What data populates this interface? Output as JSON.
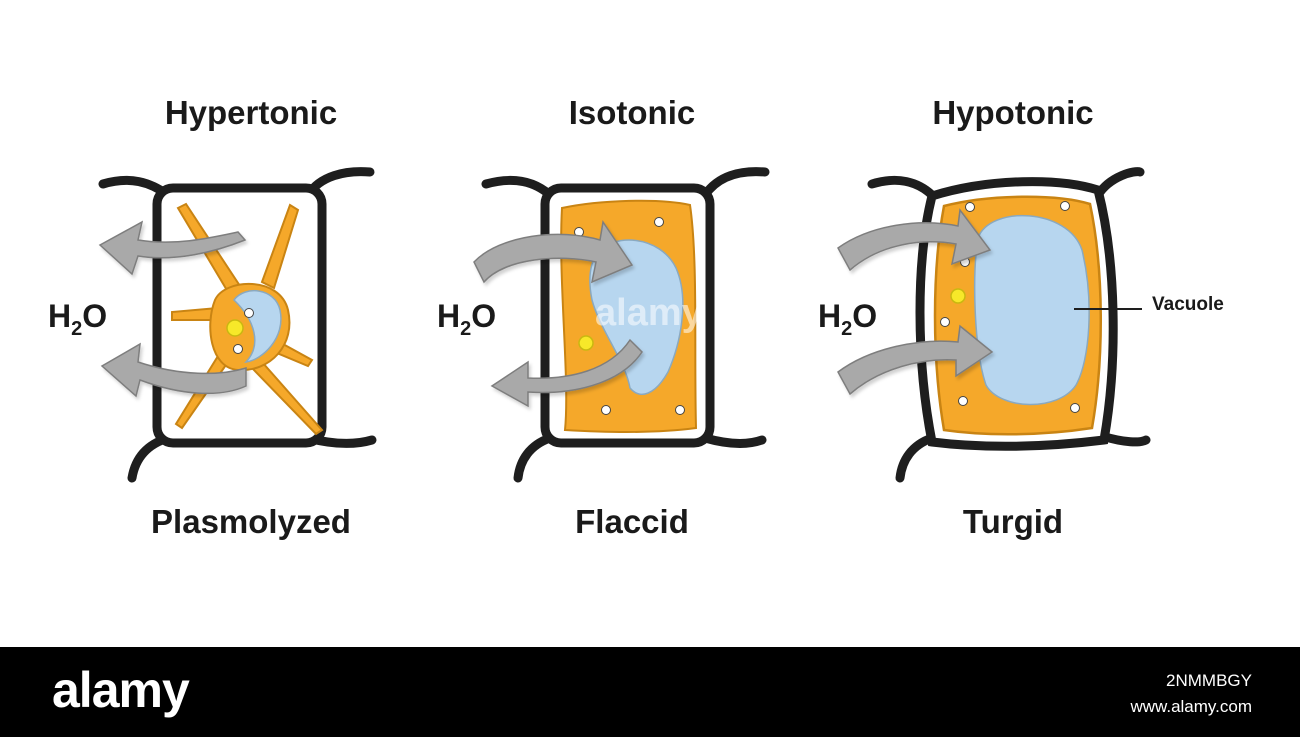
{
  "diagram": {
    "colors": {
      "cytoplasm": "#f5a82a",
      "vacuole": "#b7d6ef",
      "wall": "#1e1e1e",
      "arrow": "#a9a9a9",
      "nucleus": "#f7e829"
    },
    "panels": [
      {
        "condition": "Hypertonic",
        "state": "Plasmolyzed",
        "water_label": "H",
        "water_sub": "2",
        "water_o": "O"
      },
      {
        "condition": "Isotonic",
        "state": "Flaccid",
        "water_label": "H",
        "water_sub": "2",
        "water_o": "O"
      },
      {
        "condition": "Hypotonic",
        "state": "Turgid",
        "water_label": "H",
        "water_sub": "2",
        "water_o": "O"
      }
    ],
    "callout_label": "Vacuole"
  },
  "footer": {
    "brand": "alamy",
    "image_code": "2NMMBGY",
    "site": "www.alamy.com"
  }
}
